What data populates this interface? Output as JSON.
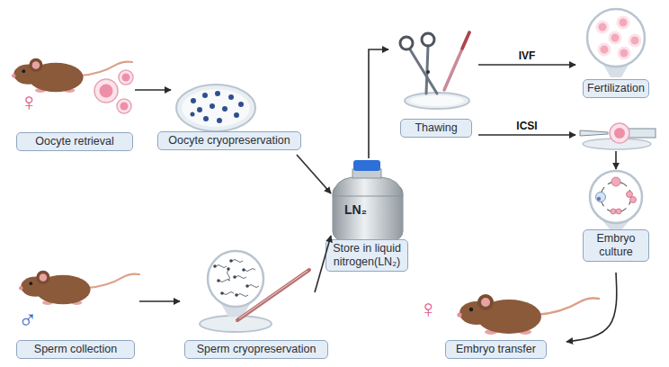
{
  "diagram": {
    "nodes": [
      {
        "text": [
          "Oocyte retrieval"
        ]
      },
      {
        "text": [
          "Oocyte cryopreservation"
        ]
      },
      {
        "text": [
          "Thawing"
        ]
      },
      {
        "text": [
          "Fertilization"
        ]
      },
      {
        "text": [
          "Store in liquid nitrogen(LN₂)"
        ]
      },
      {
        "text": [
          "Embryo culture"
        ]
      },
      {
        "text": [
          "Sperm collection"
        ]
      },
      {
        "text": [
          "Sperm cryopreservation"
        ]
      },
      {
        "text": [
          "Embryo transfer"
        ]
      }
    ],
    "edges": [
      {
        "from": 0,
        "to": 1,
        "arrow": "to"
      },
      {
        "from": 1,
        "to": 4,
        "arrow": "to"
      },
      {
        "from": 4,
        "to": 2,
        "arrow": "to"
      },
      {
        "from": 2,
        "to": 3,
        "label": "IVF",
        "arrow": "to"
      },
      {
        "from": 2,
        "to": 3,
        "label": "ICSI",
        "arrow": "to"
      },
      {
        "from": 3,
        "to": 5,
        "arrow": "to"
      },
      {
        "from": 5,
        "to": 8,
        "arrow": "to"
      },
      {
        "from": 6,
        "to": 7,
        "arrow": "to"
      },
      {
        "from": 7,
        "to": 4,
        "arrow": "to"
      }
    ],
    "labels": [
      "♀",
      "LN₂",
      "♂",
      "♀"
    ]
  }
}
